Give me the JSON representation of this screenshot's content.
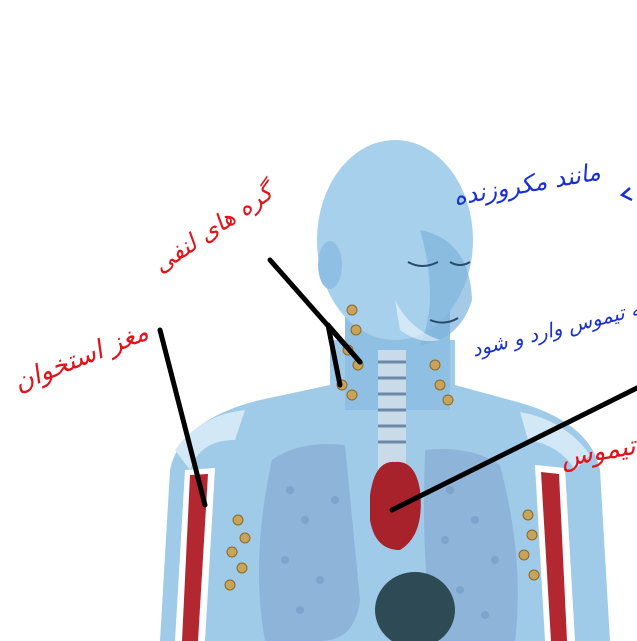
{
  "colors": {
    "background": "#ffffff",
    "skin": "#9fcbe8",
    "skin_shadow": "#6fa6d3",
    "skin_light": "#d3e8f6",
    "lung": "#8fb4d9",
    "bone_marrow": "#b32731",
    "thymus": "#a8222c",
    "lymph_node": "#c8a45a",
    "pointer_line": "#000000",
    "ink_red": "#e0141c",
    "ink_blue": "#1a2fd0"
  },
  "annotations": {
    "bone_marrow": {
      "text": "مغز استخوان",
      "color": "red"
    },
    "lymph_nodes": {
      "text": "گره های لنفی",
      "color": "red"
    },
    "thymus": {
      "text": "تیموس",
      "color": "red"
    },
    "mature_cells": {
      "text": "مانند مکروزنده",
      "color": "blue"
    },
    "thymus_blood": {
      "text": "خون به تیموس وارد و شود",
      "color": "blue"
    }
  }
}
